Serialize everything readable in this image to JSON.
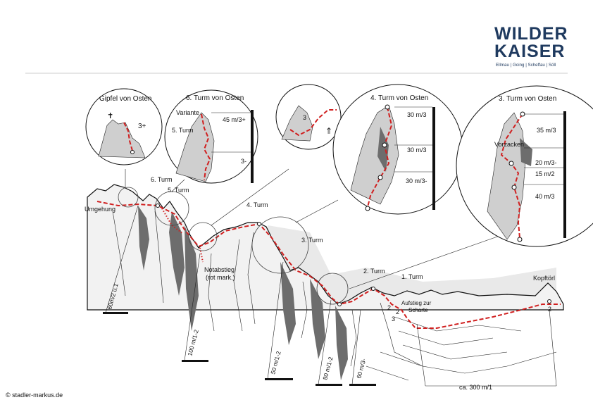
{
  "brand": {
    "name_line1": "WILDER",
    "name_line2": "KAISER",
    "villages": "Ellmau | Going | Scheffau | Söll"
  },
  "copyright": "© stadler-markus.de",
  "panels": {
    "summit_title": "Gipfel von Osten",
    "summit_grade": "3+",
    "tower6_title": "6. Turm von Osten",
    "tower6_variant": "Variante",
    "tower6_tower5": "5. Turm",
    "tower6_pitch1": "45 m/3+",
    "tower6_pitch2": "3-",
    "mid_grade": "3",
    "tower4_title": "4. Turm von Osten",
    "tower4_pitches": [
      "30 m/3",
      "30 m/3",
      "30 m/3-"
    ],
    "tower3_title": "3. Turm von Osten",
    "tower3_vorzacken": "Vorzacken",
    "tower3_pitches": [
      "35 m/3",
      "20 m/3-",
      "15 m/2",
      "40 m/3"
    ]
  },
  "overview": {
    "umgehung": "Umgehung",
    "turm6": "6. Turm",
    "turm5": "5. Turm",
    "turm4": "4. Turm",
    "turm3": "3. Turm",
    "turm2": "2. Turm",
    "turm1": "1. Turm",
    "kopftoerl": "Kopftörl",
    "notabstieg": "Notabstieg",
    "notabstieg_note": "(rot mark.)",
    "aufstieg_line1": "Aufstieg zur",
    "aufstieg_line2": "Scharte",
    "grade_2a": "2",
    "grade_2b": "2",
    "grade_3": "3",
    "grade_2c": "2"
  },
  "wall_labels": {
    "w1": "60m/2 u.1",
    "w2": "100 m/1-2",
    "w3": "50 m/1-2",
    "w4": "80 m/1-2",
    "w5": "60 m/3-",
    "w6": "ca. 300 m/1"
  }
}
